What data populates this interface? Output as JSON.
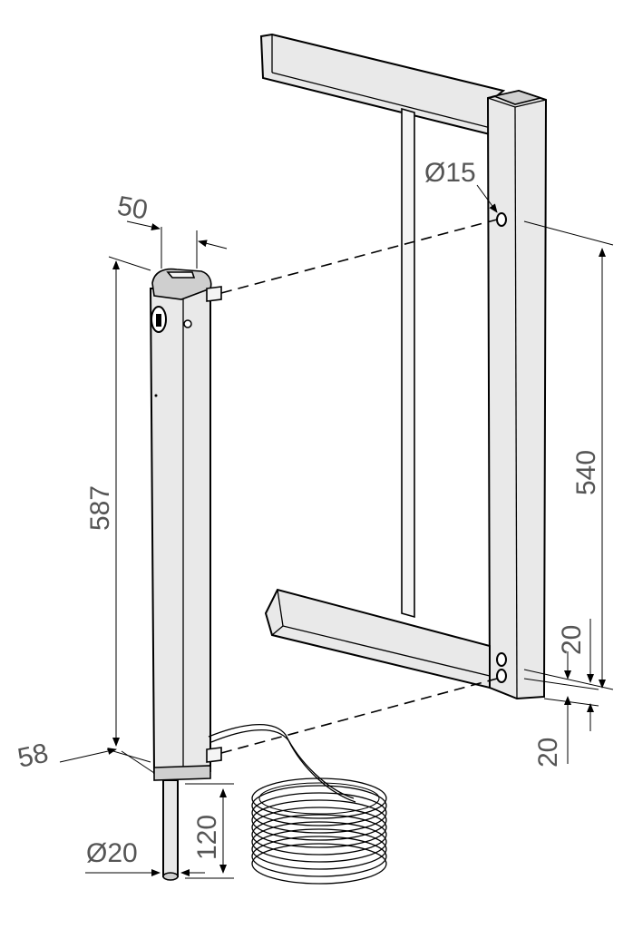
{
  "dimensions": {
    "post_width": "50",
    "post_height": "587",
    "hole_diameter": "Ø15",
    "hole_spacing": "540",
    "top_offset": "20",
    "bottom_offset": "20",
    "base_offset": "58",
    "pin_length": "120",
    "pin_diameter": "Ø20"
  }
}
